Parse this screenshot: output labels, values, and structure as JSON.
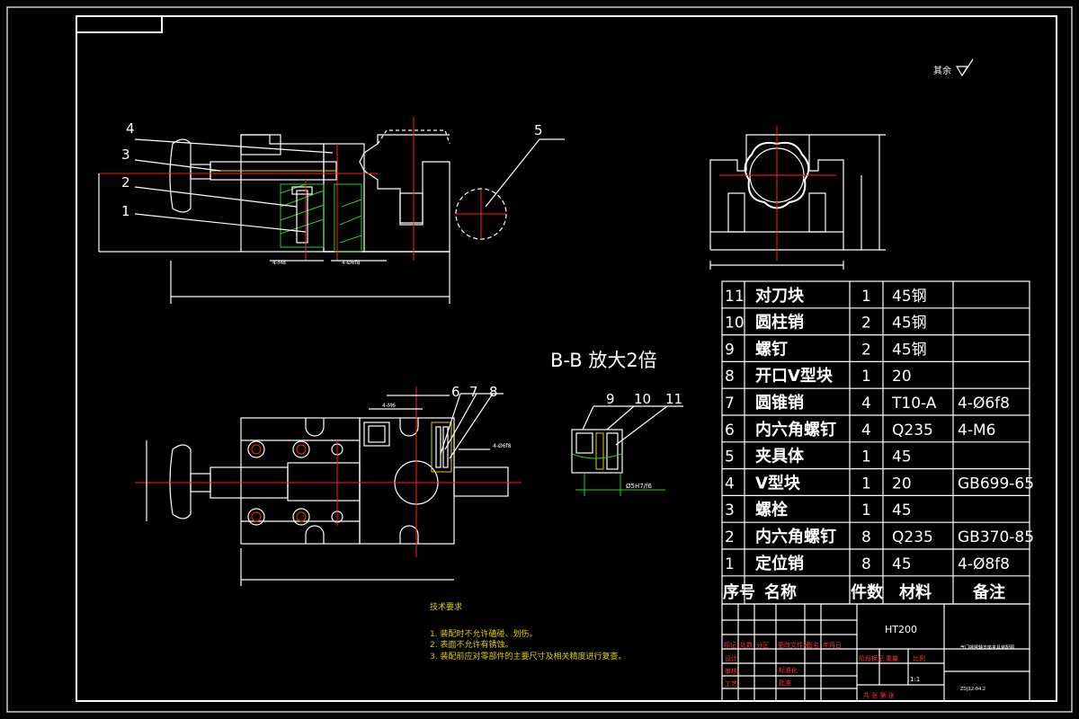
{
  "roughness": "其余",
  "section_title": "B-B 放大2倍",
  "balloons_front": [
    "4",
    "3",
    "2",
    "1",
    "5"
  ],
  "balloons_top": [
    "6",
    "7",
    "8"
  ],
  "balloons_detail": [
    "9",
    "10",
    "11"
  ],
  "dims": {
    "front_tap": "4-M8",
    "front_pin": "4-Ø6f8",
    "top_tap": "4-M6",
    "top_pin": "4-Ø6f8",
    "detail_fit": "Ø5H7/f6"
  },
  "bom_rows": [
    {
      "no": "11",
      "name": "对刀块",
      "qty": "1",
      "material": "45钢",
      "note": ""
    },
    {
      "no": "10",
      "name": "圆柱销",
      "qty": "2",
      "material": "45钢",
      "note": ""
    },
    {
      "no": "9",
      "name": "螺钉",
      "qty": "2",
      "material": "45钢",
      "note": ""
    },
    {
      "no": "8",
      "name": "开口V型块",
      "qty": "1",
      "material": "20",
      "note": ""
    },
    {
      "no": "7",
      "name": "圆锥销",
      "qty": "4",
      "material": "T10-A",
      "note": "4-Ø6f8"
    },
    {
      "no": "6",
      "name": "内六角螺钉",
      "qty": "4",
      "material": "Q235",
      "note": "4-M6"
    },
    {
      "no": "5",
      "name": "夹具体",
      "qty": "1",
      "material": "45",
      "note": ""
    },
    {
      "no": "4",
      "name": "V型块",
      "qty": "1",
      "material": "20",
      "note": "GB699-65"
    },
    {
      "no": "3",
      "name": "螺栓",
      "qty": "1",
      "material": "45",
      "note": ""
    },
    {
      "no": "2",
      "name": "内六角螺钉",
      "qty": "8",
      "material": "Q235",
      "note": "GB370-85"
    },
    {
      "no": "1",
      "name": "定位销",
      "qty": "8",
      "material": "45",
      "note": "4-Ø8f8"
    }
  ],
  "bom_header": {
    "no": "序号",
    "name": "名称",
    "qty": "件数",
    "material": "材料",
    "note": "备注"
  },
  "title_block": {
    "material": "HT200",
    "part_name": "气门摇臂轴支座夹具装配图",
    "drawing_no": "ZDJ12-04.2",
    "row_labels": [
      "标记",
      "处数",
      "分区",
      "更改文件号",
      "签名",
      "年月日"
    ],
    "role_labels": [
      "设计",
      "审核",
      "工艺"
    ],
    "std_labels": [
      "标准化",
      "批准"
    ],
    "stage_labels": [
      "阶段标记",
      "重量",
      "比例"
    ],
    "scale": "1:1",
    "sheet": "共 张 第 张"
  },
  "tech_req_title": "技术要求",
  "tech_req": [
    "1. 装配时不允许磕碰、划伤。",
    "2. 表面不允许有锈蚀。",
    "3. 装配前应对零部件的主要尺寸及相关精度进行复查。"
  ]
}
